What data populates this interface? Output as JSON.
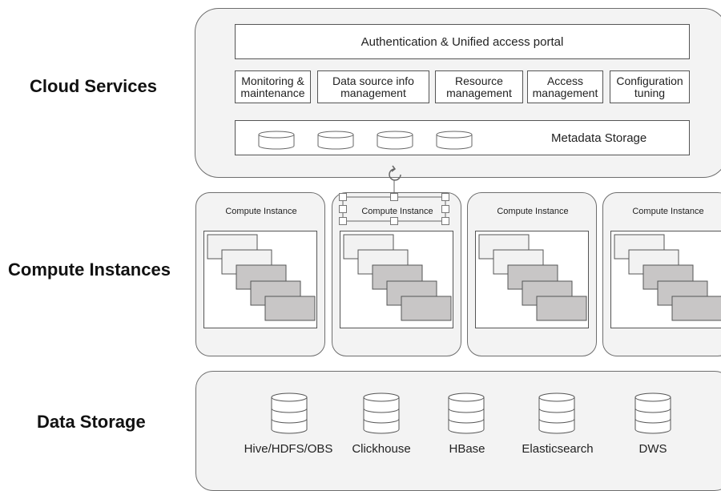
{
  "sections": {
    "cloud": "Cloud Services",
    "compute": "Compute Instances",
    "storage": "Data Storage"
  },
  "cloud_services": {
    "portal": "Authentication & Unified access portal",
    "modules": [
      "Monitoring & maintenance",
      "Data source info management",
      "Resource management",
      "Access management",
      "Configuration tuning"
    ],
    "metadata": "Metadata Storage"
  },
  "compute_instances": [
    {
      "title": "Compute Instance"
    },
    {
      "title": "Compute Instance"
    },
    {
      "title": "Compute Instance"
    },
    {
      "title": "Compute Instance"
    }
  ],
  "data_storage": [
    "Hive/HDFS/OBS",
    "Clickhouse",
    "HBase",
    "Elasticsearch",
    "DWS"
  ],
  "colors": {
    "panel": "#f3f3f3",
    "border": "#6e6e6e",
    "stack_light": "#f2f2f2",
    "stack_dark": "#c8c6c6"
  }
}
